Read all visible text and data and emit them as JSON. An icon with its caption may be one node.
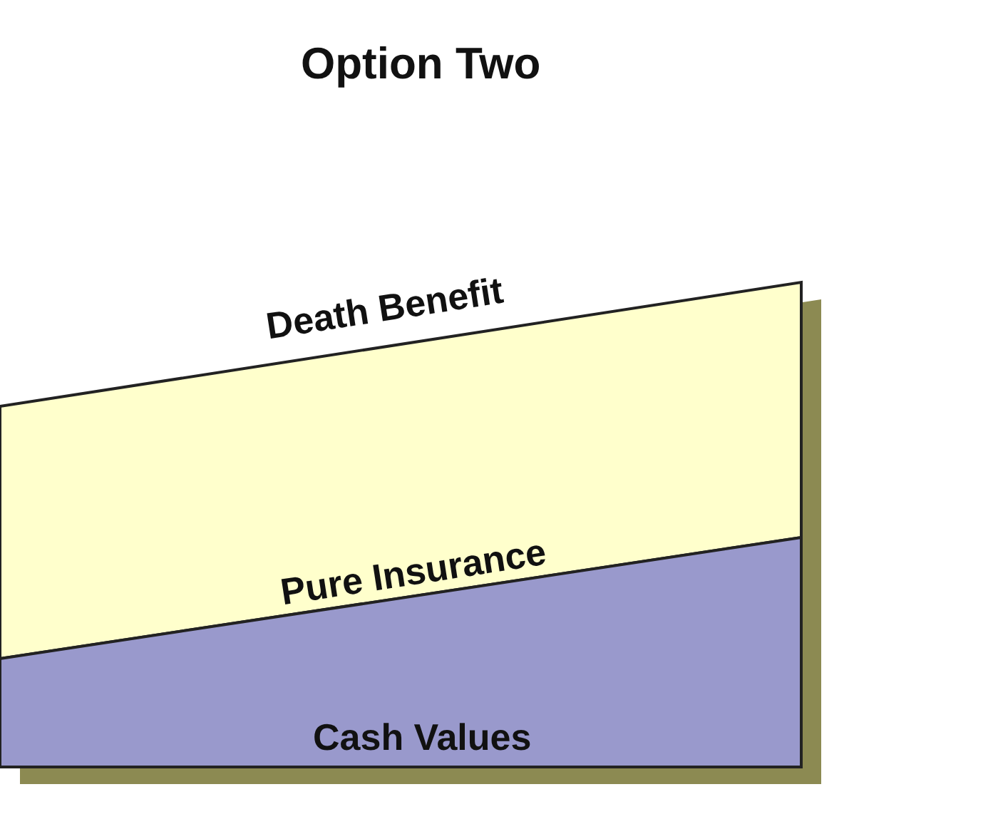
{
  "diagram": {
    "title": "Option Two",
    "nodes": [
      {
        "text": [
          "Death Benefit",
          "Pure Insurance"
        ]
      },
      {
        "text": [
          "Cash Values"
        ]
      }
    ]
  }
}
